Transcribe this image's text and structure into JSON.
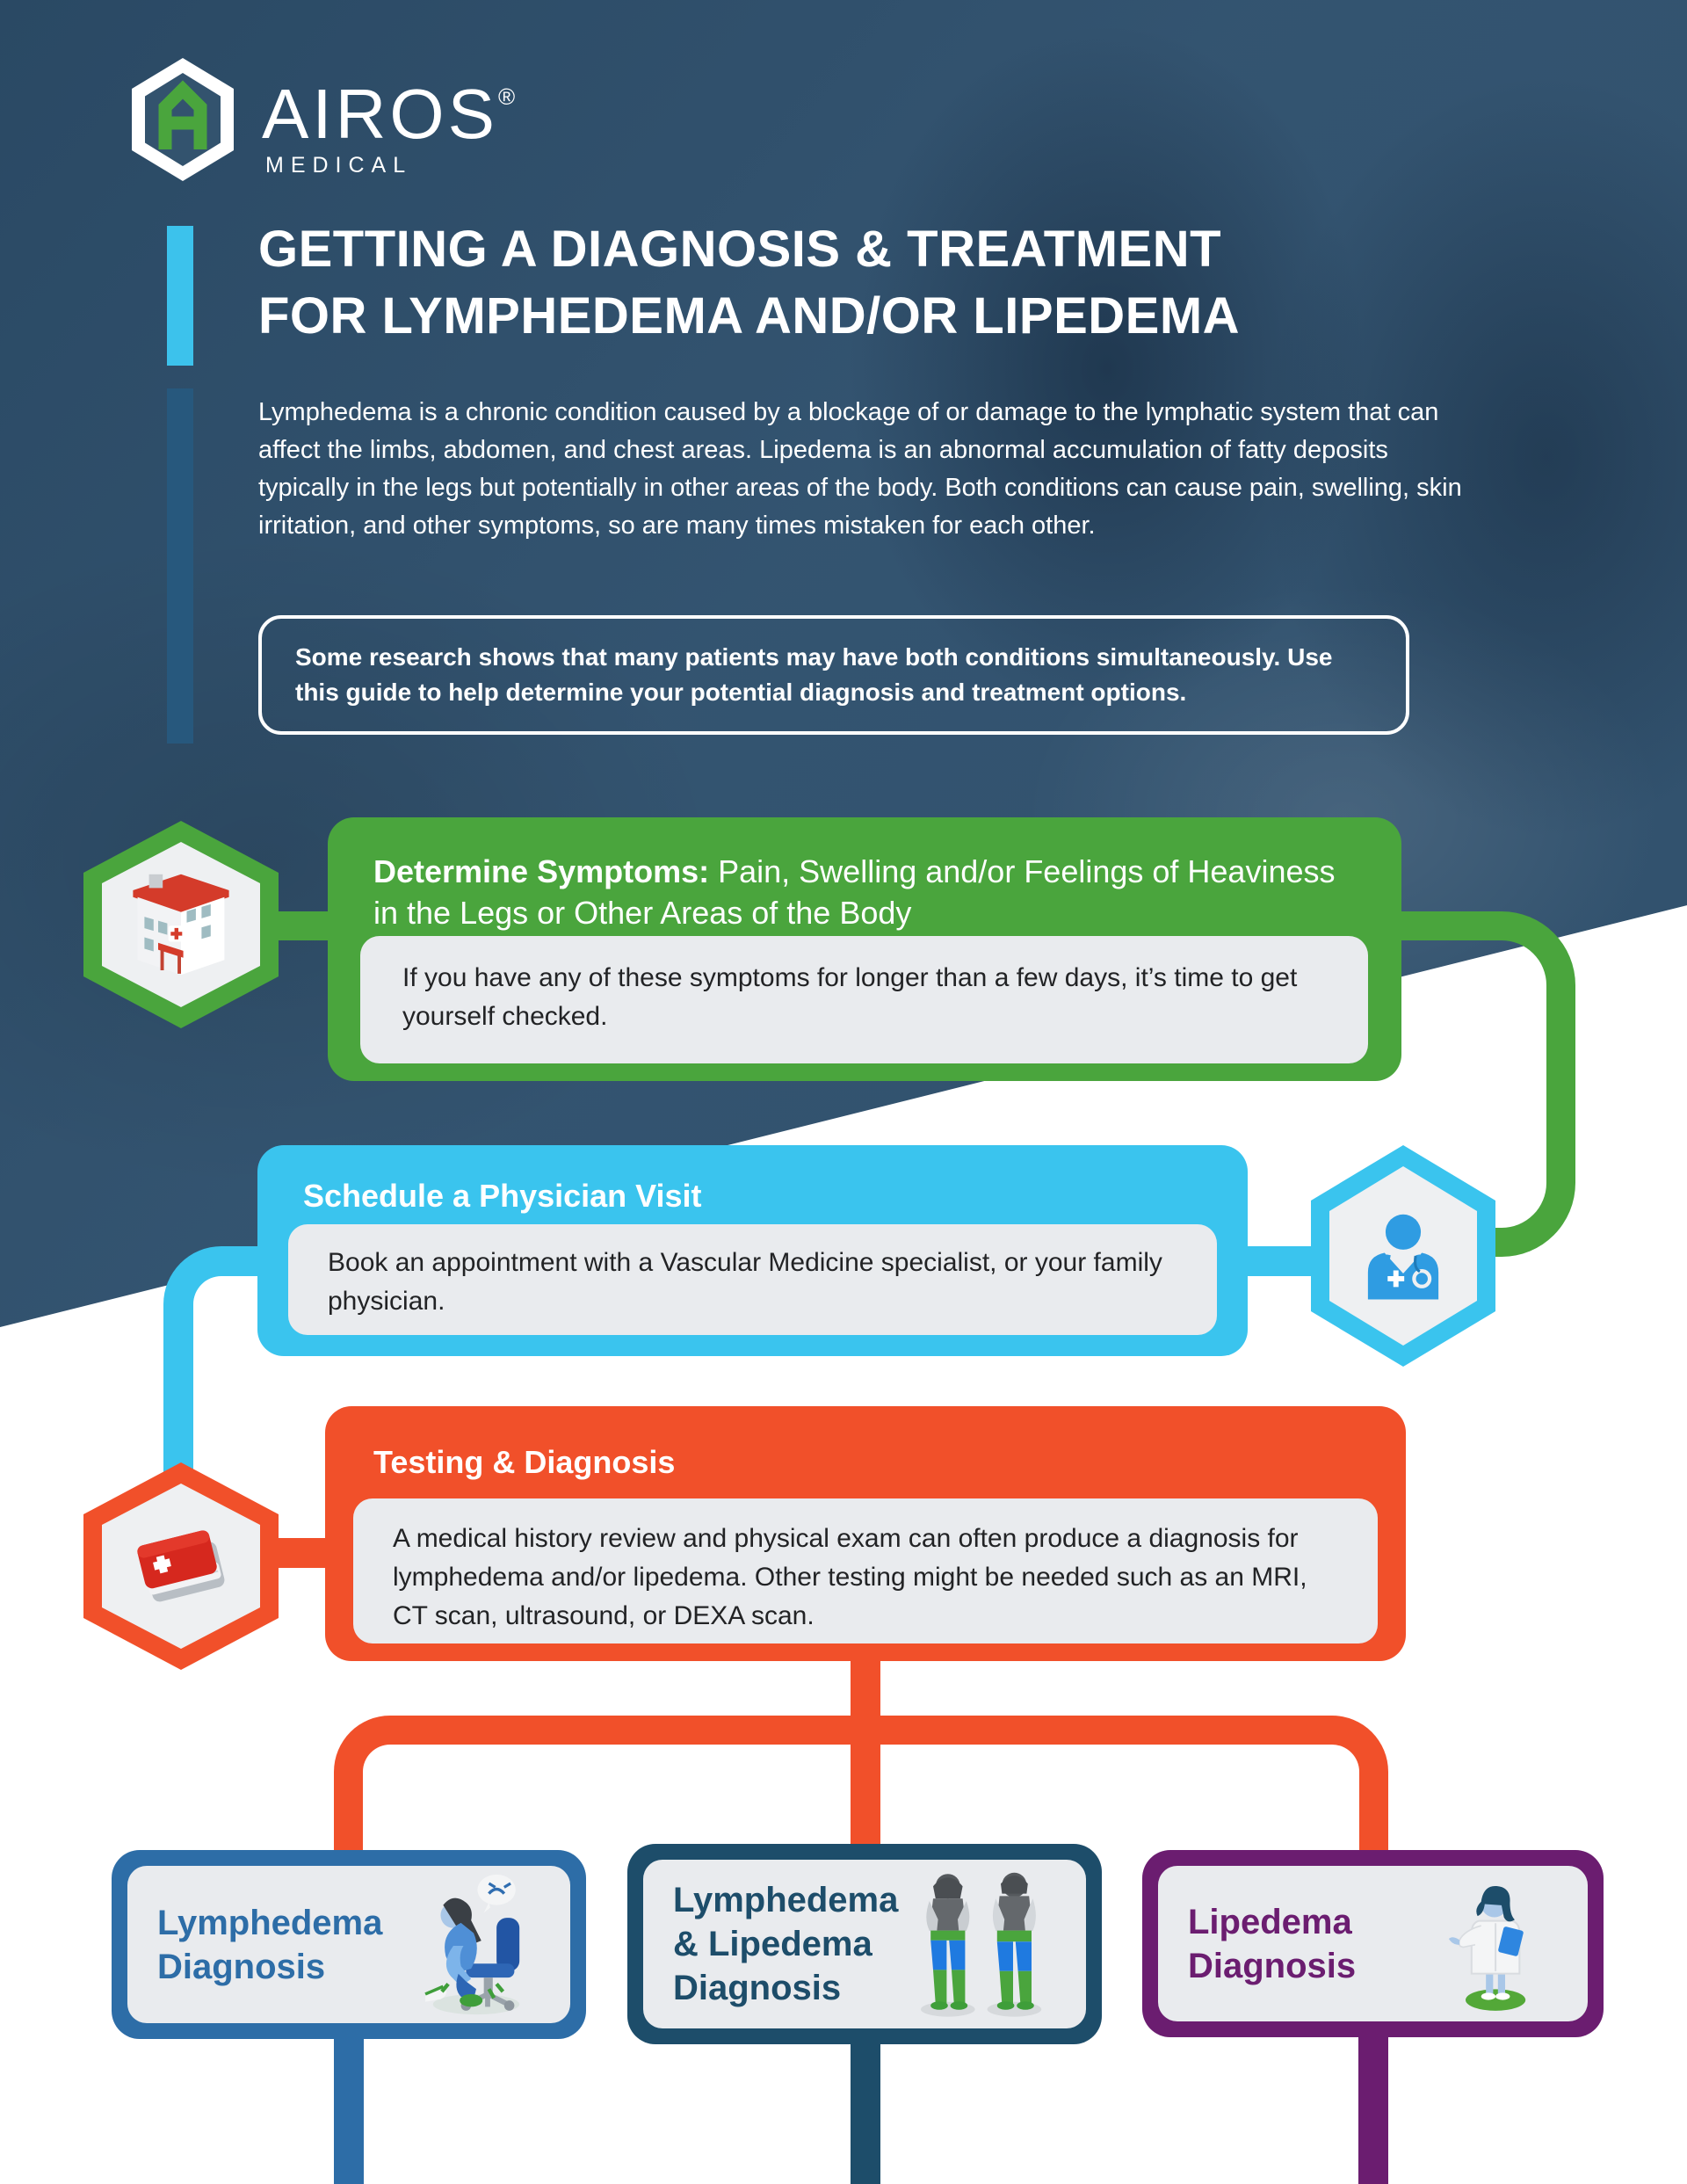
{
  "brand": {
    "name": "AIROS",
    "registered": "®",
    "division": "MEDICAL"
  },
  "title": {
    "line1": "GETTING A DIAGNOSIS & TREATMENT",
    "line2": "FOR LYMPHEDEMA AND/OR LIPEDEMA"
  },
  "intro": "Lymphedema is a chronic condition caused by a blockage of or damage to the lymphatic system that can affect the limbs, abdomen, and chest areas. Lipedema is an abnormal accumulation of fatty deposits typically in the legs but potentially in other areas of the body. Both conditions can cause pain, swelling, skin irritation, and other symptoms, so are many times mistaken for each other.",
  "callout": "Some research shows that many patients may have both conditions simultaneously. Use this guide to help determine your potential diagnosis and treatment options.",
  "steps": {
    "symptoms": {
      "heading_bold": "Determine Symptoms:",
      "heading_rest": " Pain, Swelling and/or Feelings of Heaviness in the Legs or Other Areas of the Body",
      "body": "If you have any of these symptoms for longer than a few days, it’s time to get yourself checked."
    },
    "physician": {
      "heading": "Schedule a Physician Visit",
      "body": "Book an appointment with a Vascular Medicine specialist, or your family physician."
    },
    "testing": {
      "heading": "Testing & Diagnosis",
      "body": "A medical history review and physical exam can often produce a diagnosis for lymphedema and/or lipedema. Other testing might be needed such as an MRI, CT scan, ultrasound, or DEXA scan."
    }
  },
  "outcomes": {
    "lymphedema": {
      "line1": "Lymphedema",
      "line2": "Diagnosis"
    },
    "both": {
      "line1": "Lymphedema",
      "line2": "& Lipedema",
      "line3": "Diagnosis"
    },
    "lipedema": {
      "line1": "Lipedema",
      "line2": "Diagnosis"
    }
  },
  "icons": {
    "logo": "airos-hexagon-logo",
    "step1": "hospital-building-icon",
    "step2": "physician-icon",
    "step3": "medical-book-icon",
    "outcome1": "patient-leg-pain-illustration",
    "outcome2": "two-body-comparison-illustration",
    "outcome3": "doctor-consult-illustration"
  },
  "colors": {
    "background_navy": "#31516d",
    "accent_cyan": "#3cc2ec",
    "accent_steel": "#27587d",
    "step_green": "#4aa53d",
    "step_blue": "#3ac4ee",
    "step_orange": "#f1502a",
    "panel_gray": "#e9ebee",
    "outcome_blue": "#2d6da7",
    "outcome_navy": "#1d4d6a",
    "outcome_purple": "#6b1d70"
  }
}
